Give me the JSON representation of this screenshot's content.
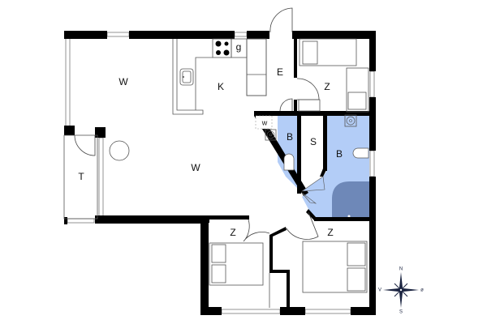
{
  "floorplan": {
    "colors": {
      "wall": "#000000",
      "bathroom_fill": "#b3cdf7",
      "shower_fill": "#6e88b8",
      "background": "#ffffff",
      "compass": "#1a2340"
    },
    "rooms": [
      {
        "id": "living-north",
        "label": "W",
        "name": "Living room (north)"
      },
      {
        "id": "kitchen",
        "label": "K",
        "name": "Kitchen"
      },
      {
        "id": "stove",
        "label": "g",
        "name": "Gas stove"
      },
      {
        "id": "entrance",
        "label": "E",
        "name": "Entrance"
      },
      {
        "id": "bedroom-ne",
        "label": "Z",
        "name": "Bedroom (north-east)"
      },
      {
        "id": "wc",
        "label": "w",
        "name": "Washer"
      },
      {
        "id": "bath-small",
        "label": "B",
        "name": "Bathroom (small)"
      },
      {
        "id": "storage",
        "label": "S",
        "name": "Storage"
      },
      {
        "id": "bath-large",
        "label": "B",
        "name": "Bathroom (large)"
      },
      {
        "id": "terrace",
        "label": "T",
        "name": "Terrace"
      },
      {
        "id": "living-south",
        "label": "W",
        "name": "Living room (south)"
      },
      {
        "id": "bedroom-sw",
        "label": "Z",
        "name": "Bedroom (south-west)"
      },
      {
        "id": "bedroom-se",
        "label": "Z",
        "name": "Bedroom (south-east)"
      }
    ],
    "compass": {
      "north": "N",
      "south": "S",
      "east": "ø",
      "west": "V"
    }
  }
}
